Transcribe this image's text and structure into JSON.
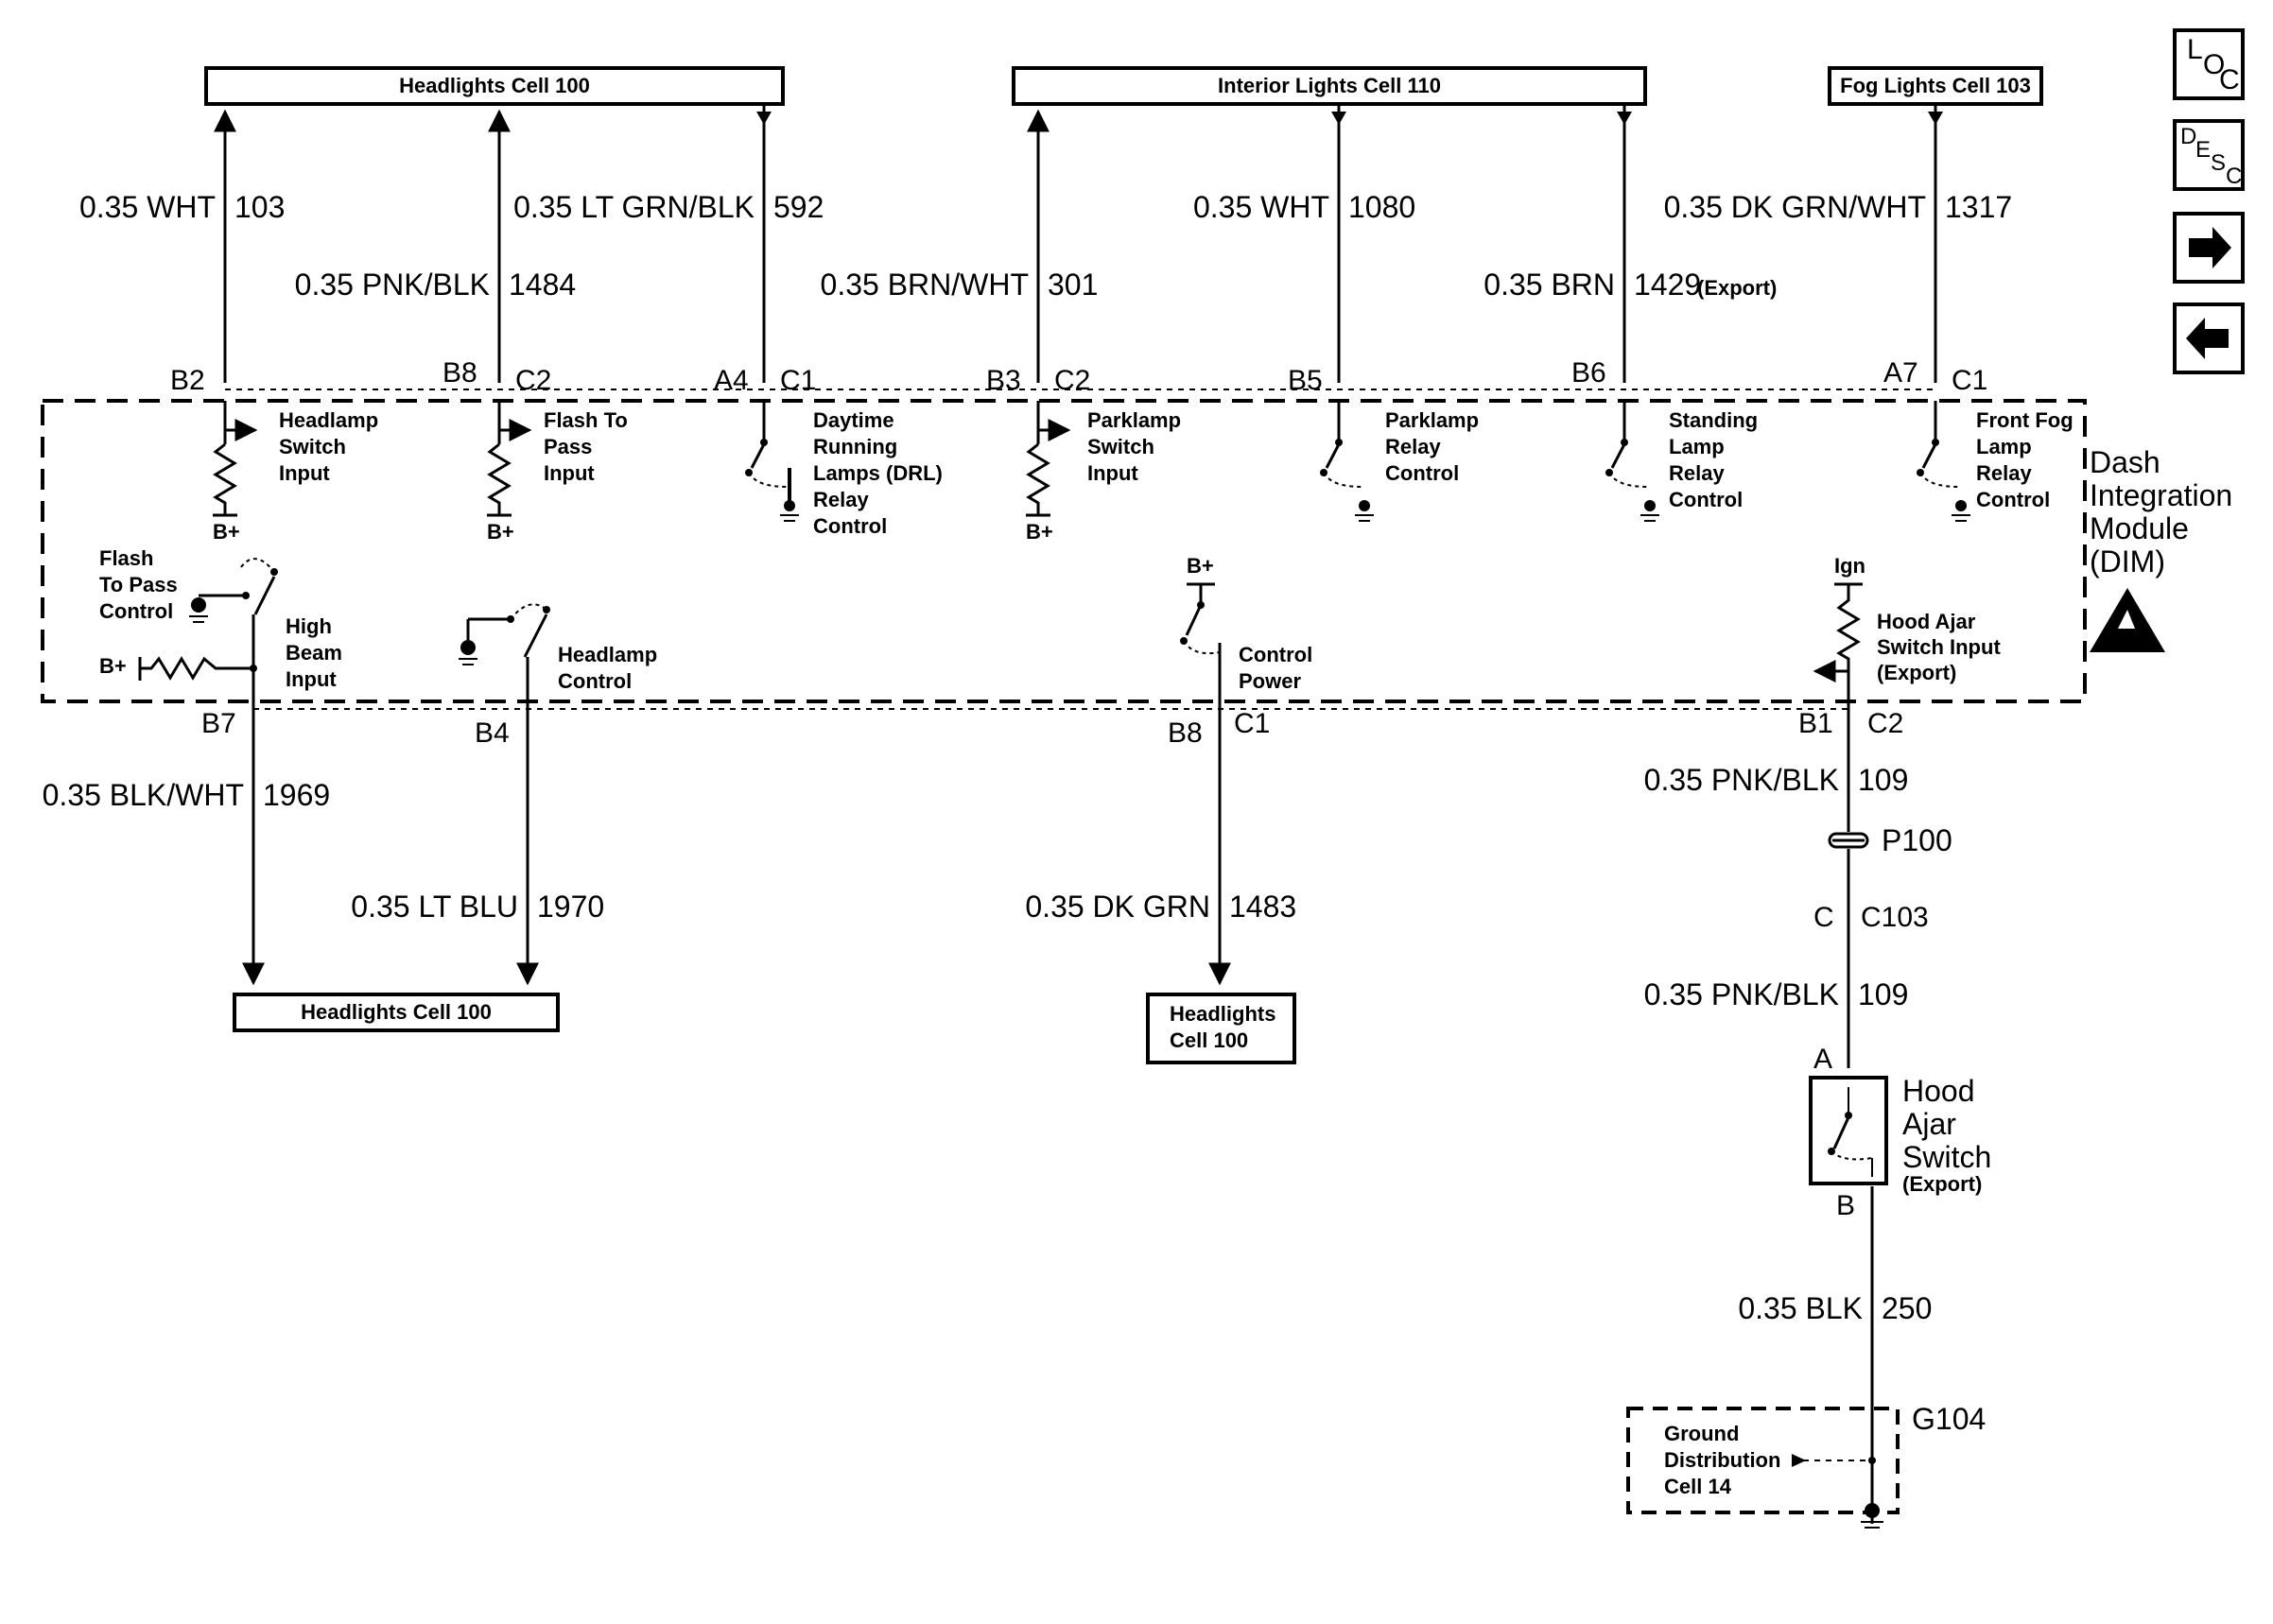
{
  "boxes": {
    "headlights_top": "Headlights Cell 100",
    "interior_top": "Interior Lights Cell 110",
    "fog_top": "Fog Lights Cell 103",
    "headlights_bottom": "Headlights Cell 100",
    "headlights_mid_1": "Headlights",
    "headlights_mid_2": "Cell 100"
  },
  "wires": {
    "w103": [
      "0.35 WHT",
      "103"
    ],
    "w1484": [
      "0.35 PNK/BLK",
      "1484"
    ],
    "w592": [
      "0.35 LT GRN/BLK",
      "592"
    ],
    "w301": [
      "0.35 BRN/WHT",
      "301"
    ],
    "w1080": [
      "0.35 WHT",
      "1080"
    ],
    "w1429": [
      "0.35 BRN",
      "1429",
      "(Export)"
    ],
    "w1317": [
      "0.35 DK GRN/WHT",
      "1317"
    ],
    "w1969": [
      "0.35 BLK/WHT",
      "1969"
    ],
    "w1970": [
      "0.35 LT BLU",
      "1970"
    ],
    "w1483": [
      "0.35 DK GRN",
      "1483"
    ],
    "w109a": [
      "0.35 PNK/BLK",
      "109"
    ],
    "w109b": [
      "0.35 PNK/BLK",
      "109"
    ],
    "w250": [
      "0.35 BLK",
      "250"
    ]
  },
  "pins": {
    "B2": "B2",
    "B8top": "B8",
    "C2a": "C2",
    "A4": "A4",
    "C1a": "C1",
    "B3": "B3",
    "C2b": "C2",
    "B5": "B5",
    "B6": "B6",
    "A7": "A7",
    "C1b": "C1",
    "B7": "B7",
    "B4": "B4",
    "B8bot": "B8",
    "C1c": "C1",
    "B1": "B1",
    "C2c": "C2",
    "A": "A",
    "B": "B",
    "C": "C"
  },
  "module": {
    "headlamp_switch_input": [
      "Headlamp",
      "Switch",
      "Input"
    ],
    "flash_to_pass": [
      "Flash To",
      "Pass",
      "Input"
    ],
    "drl": [
      "Daytime",
      "Running",
      "Lamps (DRL)",
      "Relay",
      "Control"
    ],
    "parklamp_switch": [
      "Parklamp",
      "Switch",
      "Input"
    ],
    "parklamp_relay": [
      "Parklamp",
      "Relay",
      "Control"
    ],
    "standing_lamp": [
      "Standing",
      "Lamp",
      "Relay",
      "Control"
    ],
    "front_fog": [
      "Front Fog",
      "Lamp",
      "Relay",
      "Control"
    ],
    "dim_name": [
      "Dash",
      "Integration",
      "Module",
      "(DIM)"
    ],
    "flash_to_pass_control": [
      "Flash",
      "To Pass",
      "Control"
    ],
    "high_beam": [
      "High",
      "Beam",
      "Input"
    ],
    "headlamp_control": [
      "Headlamp",
      "Control"
    ],
    "control_power": [
      "Control",
      "Power"
    ],
    "hood_ajar_input": [
      "Hood Ajar",
      "Switch Input",
      "(Export)"
    ],
    "bplus": "B+",
    "ign": "Ign"
  },
  "components": {
    "p100": "P100",
    "c103": "C103",
    "hood_switch": [
      "Hood",
      "Ajar",
      "Switch",
      "(Export)"
    ],
    "g104": "G104",
    "ground_dist": [
      "Ground",
      "Distribution",
      "Cell 14"
    ]
  },
  "nav": {
    "loc": [
      "L",
      "O",
      "C"
    ],
    "desc": [
      "D",
      "E",
      "S",
      "C"
    ]
  }
}
